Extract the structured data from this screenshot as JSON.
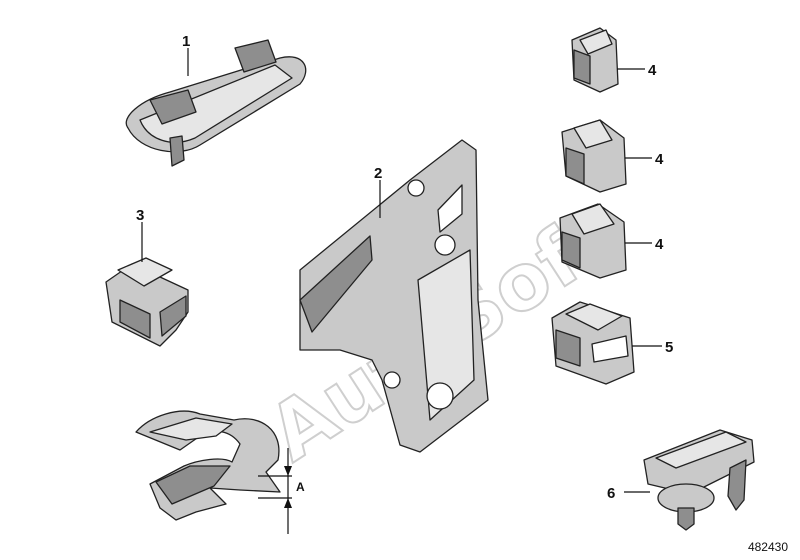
{
  "callouts": [
    "1",
    "2",
    "3",
    "4",
    "4",
    "4",
    "5",
    "6"
  ],
  "dimension_label": "A",
  "watermark": "AutoSoft",
  "reference_number": "482430",
  "colors": {
    "part_fill": "#c9c9c9",
    "part_dark": "#8e8e8e",
    "part_light": "#e6e6e6",
    "outline": "#222222",
    "watermark": "#cfcfcf"
  }
}
